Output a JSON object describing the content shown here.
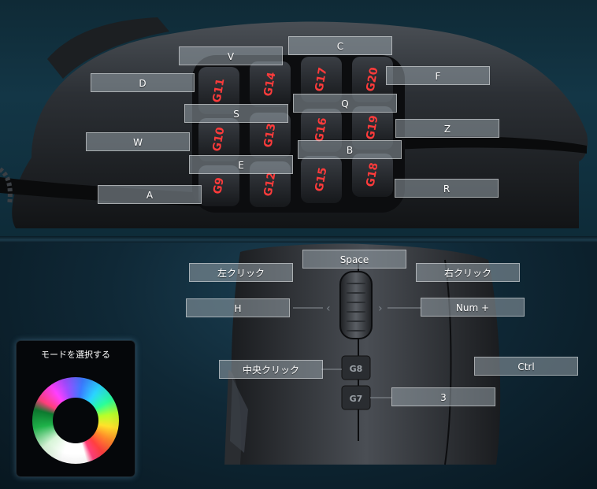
{
  "side_keys": [
    {
      "id": "V",
      "label": "V"
    },
    {
      "id": "C",
      "label": "C"
    },
    {
      "id": "D",
      "label": "D"
    },
    {
      "id": "F",
      "label": "F"
    },
    {
      "id": "Q",
      "label": "Q"
    },
    {
      "id": "S",
      "label": "S"
    },
    {
      "id": "Z",
      "label": "Z"
    },
    {
      "id": "W",
      "label": "W"
    },
    {
      "id": "B",
      "label": "B"
    },
    {
      "id": "E",
      "label": "E"
    },
    {
      "id": "R",
      "label": "R"
    },
    {
      "id": "A",
      "label": "A"
    }
  ],
  "g_buttons": [
    "G11",
    "G14",
    "G17",
    "G20",
    "G10",
    "G13",
    "G16",
    "G19",
    "G9",
    "G12",
    "G15",
    "G18"
  ],
  "top_keys": {
    "space": "Space",
    "left_click": "左クリック",
    "right_click": "右クリック",
    "h": "H",
    "num_plus": "Num +",
    "middle_click": "中央クリック",
    "ctrl": "Ctrl",
    "three": "3"
  },
  "top_g_buttons": {
    "g8": "G8",
    "g7": "G7"
  },
  "mode_panel": {
    "title": "モードを選択する"
  },
  "colors": {
    "g_label": "#ff3b3b",
    "key_bg": "#9aa2a8",
    "mode_bg": "#05070a"
  }
}
